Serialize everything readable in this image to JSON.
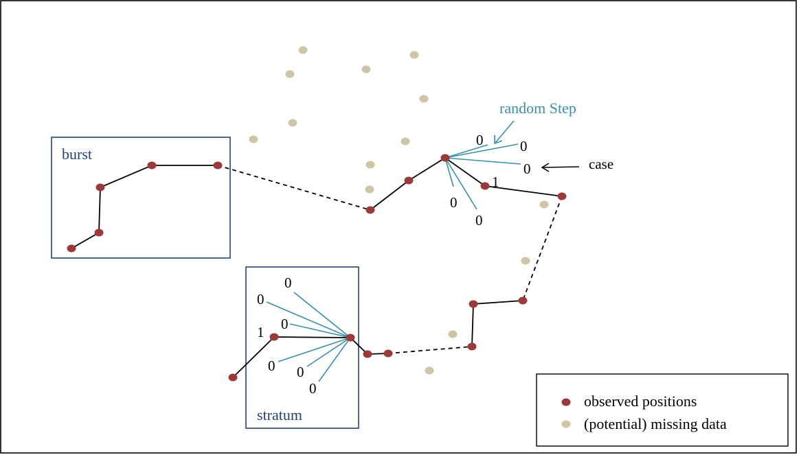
{
  "labels": {
    "burst": "burst",
    "stratum": "stratum",
    "random_step": "random  Step",
    "case": "case"
  },
  "step_values": {
    "upper": [
      "0",
      "0",
      "0",
      "1",
      "0",
      "0"
    ],
    "lower": [
      "0",
      "0",
      "0",
      "1",
      "0",
      "0",
      "0"
    ]
  },
  "legend": {
    "observed": "observed  positions",
    "missing": "(potential)  missing  data"
  },
  "colors": {
    "observed": "#9b3a3a",
    "missing": "#cdc5a6",
    "random_step": "#3a8fa3",
    "box": "#24436e"
  }
}
